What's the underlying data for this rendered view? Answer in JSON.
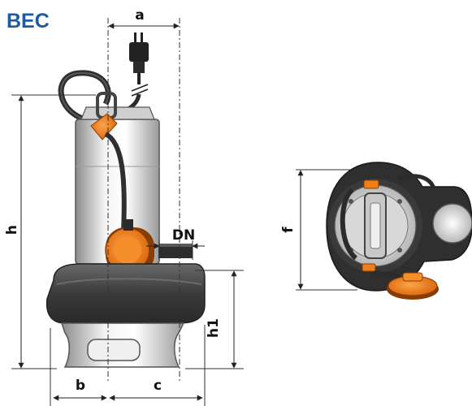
{
  "title": "BEC",
  "dimensions": {
    "a": "a",
    "h": "h",
    "dn": "DN",
    "h1": "h1",
    "b": "b",
    "c": "c",
    "f": "f"
  },
  "colors": {
    "title": "#1f5a9e",
    "float_orange": "#f07f1a",
    "casing_dark": "#3d3d3d",
    "body_steel": "#dcdcdc"
  }
}
